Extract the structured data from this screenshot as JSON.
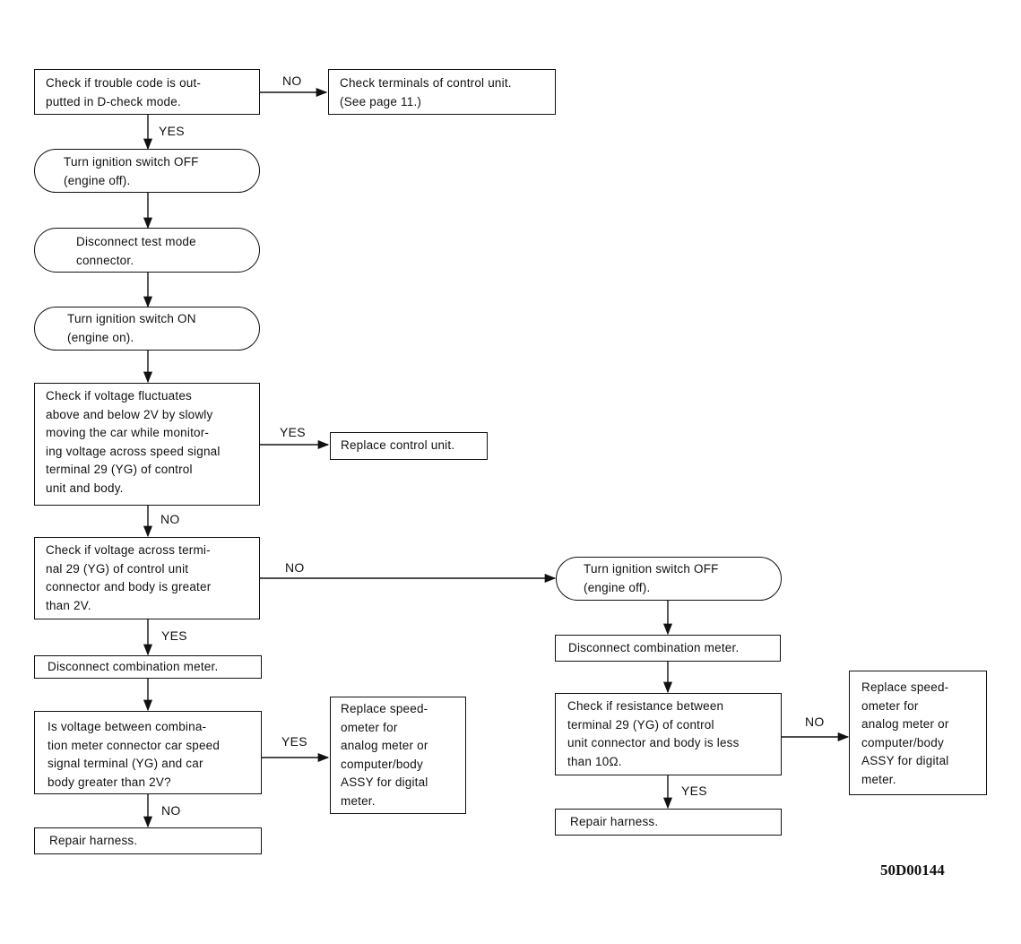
{
  "figure_id": "50D00144",
  "nodes": {
    "check_trouble_code": "Check if trouble code is out-\nputted in D-check mode.",
    "check_terminals": "Check terminals of control unit.\n(See page 11.)",
    "ign_off_1": "Turn ignition switch OFF\n(engine off).",
    "disconnect_test_mode": "Disconnect test mode\nconnector.",
    "ign_on": "Turn ignition switch ON\n(engine on).",
    "check_fluctuates": "Check if voltage fluctuates\nabove and below 2V by slowly\nmoving the car while monitor-\ning voltage across speed signal\nterminal 29 (YG) of control\nunit and body.",
    "replace_control_unit": "Replace control unit.",
    "check_voltage_gt2v": "Check if voltage across termi-\nnal 29 (YG) of control unit\nconnector and body is greater\nthan 2V.",
    "disconnect_meter_left": "Disconnect combination meter.",
    "is_voltage_meter": "Is voltage between combina-\ntion meter connector car speed\nsignal terminal (YG) and car\nbody greater than 2V?",
    "replace_speedometer_left": "Replace speed-\nometer for\nanalog meter or\ncomputer/body\nASSY for digital\nmeter.",
    "repair_harness_left": "Repair harness.",
    "ign_off_2": "Turn ignition switch OFF\n(engine off).",
    "disconnect_meter_right": "Disconnect combination meter.",
    "check_resistance": "Check if resistance between\nterminal 29 (YG) of control\nunit connector and body is less\nthan 10Ω.",
    "replace_speedometer_right": "Replace speed-\nometer for\nanalog meter or\ncomputer/body\nASSY for digital\nmeter.",
    "repair_harness_right": "Repair harness."
  },
  "edge_labels": {
    "no_terminals": "NO",
    "yes_ign_off": "YES",
    "yes_replace_unit": "YES",
    "no_check_voltage": "NO",
    "no_ign_off_right": "NO",
    "yes_disconnect_left": "YES",
    "yes_replace_left": "YES",
    "no_repair_left": "NO",
    "no_replace_right": "NO",
    "yes_repair_right": "YES"
  }
}
